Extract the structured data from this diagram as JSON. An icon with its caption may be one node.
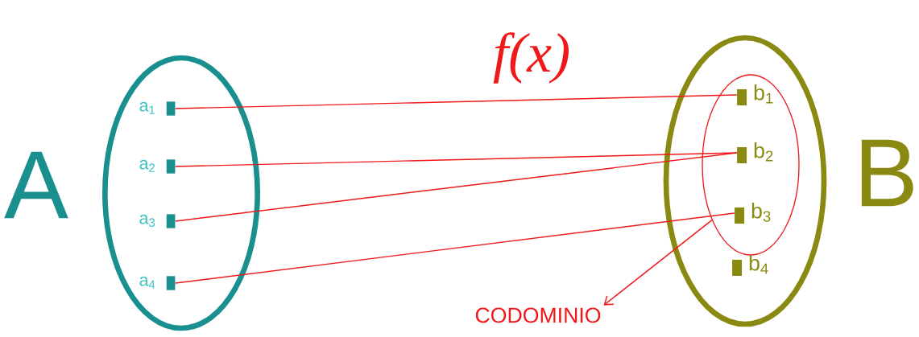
{
  "diagram": {
    "title": "f(x)",
    "nodes": [
      {
        "text": [
          "A"
        ]
      },
      {
        "text": [
          "a$_{1}$"
        ],
        "in": 0
      },
      {
        "text": [
          "a$_{2}$"
        ],
        "in": 0
      },
      {
        "text": [
          "a$_{3}$"
        ],
        "in": 0
      },
      {
        "text": [
          "a$_{4}$"
        ],
        "in": 0
      },
      {
        "text": [
          "B"
        ]
      },
      {
        "text": [],
        "shape": "ellipse",
        "in": 5
      },
      {
        "text": [
          "b$_{1}$"
        ],
        "in": 6
      },
      {
        "text": [
          "b$_{2}$"
        ],
        "in": 6
      },
      {
        "text": [
          "b$_{3}$"
        ],
        "in": 6
      },
      {
        "text": [
          "b$_{4}$"
        ],
        "in": 5
      },
      {
        "text": [
          "CODOMINIO"
        ]
      }
    ],
    "edges": [
      {
        "from": 1,
        "to": 7,
        "arrow": "none"
      },
      {
        "from": 2,
        "to": 8,
        "arrow": "none"
      },
      {
        "from": 3,
        "to": 8,
        "arrow": "none"
      },
      {
        "from": 4,
        "to": 9,
        "arrow": "none"
      },
      {
        "from": 6,
        "to": 11,
        "arrow": "to"
      }
    ]
  }
}
